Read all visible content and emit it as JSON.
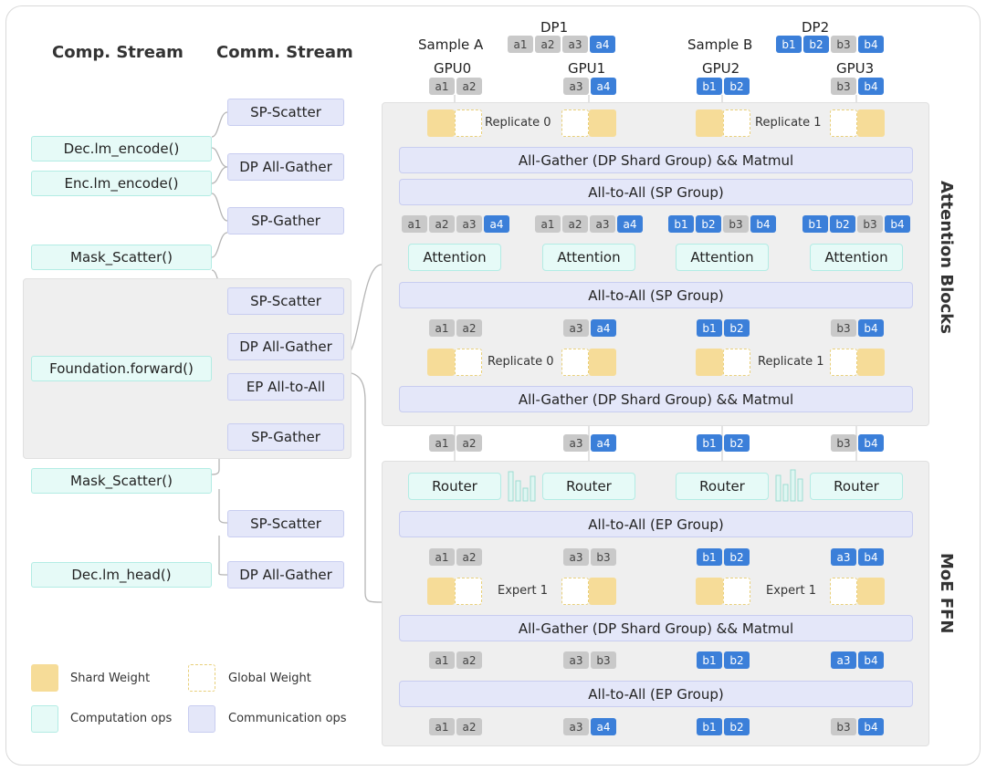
{
  "headers": {
    "comp_stream": "Comp. Stream",
    "comm_stream": "Comm. Stream"
  },
  "comp_ops": [
    "Dec.lm_encode()",
    "Enc.lm_encode()",
    "Mask_Scatter()",
    "Foundation.forward()",
    "Mask_Scatter()",
    "Dec.lm_head()"
  ],
  "comm_ops": [
    "SP-Scatter",
    "DP All-Gather",
    "SP-Gather",
    "SP-Scatter",
    "DP All-Gather",
    "EP All-to-All",
    "SP-Gather",
    "SP-Scatter",
    "DP All-Gather"
  ],
  "top": {
    "sample_a": "Sample A",
    "sample_b": "Sample B",
    "dp1": "DP1",
    "dp2": "DP2",
    "dp1_chips": [
      "a1",
      "a2",
      "a3",
      "a4"
    ],
    "dp2_chips": [
      "b1",
      "b2",
      "b3",
      "b4"
    ],
    "gpus": [
      "GPU0",
      "GPU1",
      "GPU2",
      "GPU3"
    ]
  },
  "bars": {
    "ag_matmul": "All-Gather (DP Shard Group) && Matmul",
    "a2a_sp": "All-to-All (SP Group)",
    "a2a_ep": "All-to-All (EP Group)"
  },
  "labels": {
    "replicate0": "Replicate 0",
    "replicate1": "Replicate 1",
    "attention": "Attention",
    "router": "Router",
    "expert1": "Expert 1"
  },
  "sections": {
    "attention": "Attention Blocks",
    "moe": "MoE FFN"
  },
  "legend": {
    "shard": "Shard Weight",
    "global": "Global Weight",
    "computation": "Computation ops",
    "communication": "Communication ops"
  },
  "colors": {
    "shard": "#f6dc98",
    "computation": "#e6faf7",
    "communication": "#e4e7f9",
    "chip_blue": "#3b7fd9",
    "chip_grey": "#c9c9c9"
  },
  "chip_rows": {
    "top": [
      [
        "a1",
        "a2"
      ],
      [
        "a3",
        "a4"
      ],
      [
        "b1",
        "b2"
      ],
      [
        "b3",
        "b4"
      ]
    ],
    "attn": [
      [
        "a1",
        "a2",
        "a3",
        "a4"
      ],
      [
        "a1",
        "a2",
        "a3",
        "a4"
      ],
      [
        "b1",
        "b2",
        "b3",
        "b4"
      ],
      [
        "b1",
        "b2",
        "b3",
        "b4"
      ]
    ],
    "r1": [
      [
        "a1",
        "a2"
      ],
      [
        "a3",
        "a4"
      ],
      [
        "b1",
        "b2"
      ],
      [
        "b3",
        "b4"
      ]
    ],
    "r2": [
      [
        "a1",
        "a2"
      ],
      [
        "a3",
        "a4"
      ],
      [
        "b1",
        "b2"
      ],
      [
        "b3",
        "b4"
      ]
    ],
    "r3": [
      [
        "a1",
        "a2"
      ],
      [
        "a3",
        "b3"
      ],
      [
        "b1",
        "b2"
      ],
      [
        "a3",
        "b4"
      ]
    ],
    "r4": [
      [
        "a1",
        "a2"
      ],
      [
        "a3",
        "b3"
      ],
      [
        "b1",
        "b2"
      ],
      [
        "a3",
        "b4"
      ]
    ],
    "r5": [
      [
        "a1",
        "a2"
      ],
      [
        "a3",
        "a4"
      ],
      [
        "b1",
        "b2"
      ],
      [
        "b3",
        "b4"
      ]
    ]
  }
}
